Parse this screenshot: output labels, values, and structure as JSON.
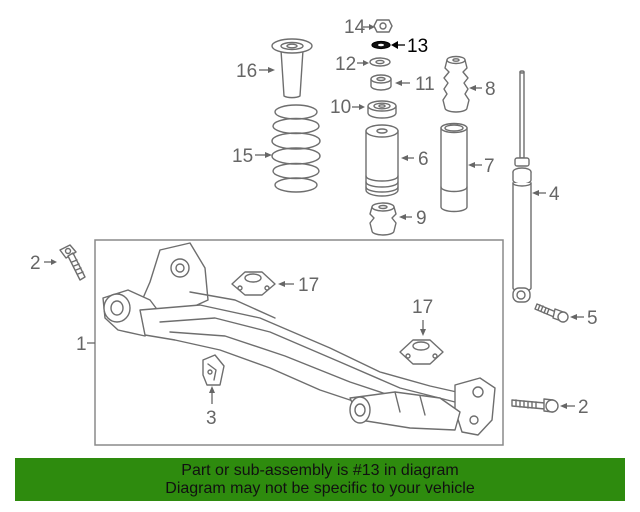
{
  "diagram": {
    "callouts": {
      "c1": "1",
      "c2a": "2",
      "c2b": "2",
      "c3": "3",
      "c4": "4",
      "c5": "5",
      "c6": "6",
      "c7": "7",
      "c8": "8",
      "c9": "9",
      "c10": "10",
      "c11": "11",
      "c12": "12",
      "c13": "13",
      "c14": "14",
      "c15": "15",
      "c16": "16",
      "c17a": "17",
      "c17b": "17"
    },
    "highlighted_part": "13",
    "colors": {
      "highlight": "#000000",
      "line": "#6e6e6e",
      "banner": "#2e8b0e"
    }
  },
  "banner": {
    "line1": "Part or sub-assembly is #13 in diagram",
    "line2": "Diagram may not be specific to your vehicle"
  }
}
